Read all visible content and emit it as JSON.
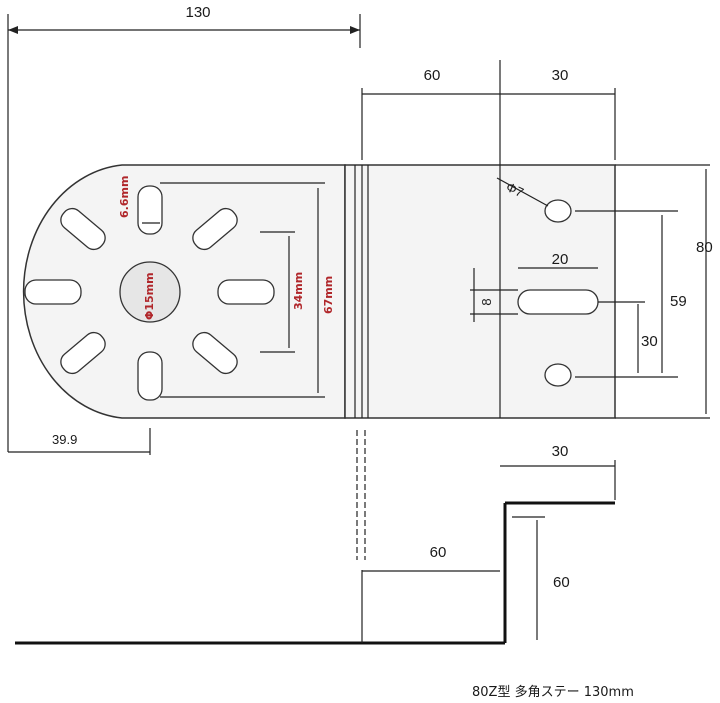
{
  "dimensions": {
    "total_width": "130",
    "flat_60_top": "60",
    "flange_30_top": "30",
    "plate_height": "80",
    "hole_spacing": "59",
    "slot_offset": "30",
    "slot_length": "20",
    "slot_width": "8",
    "hole_dia": "Φ7",
    "radius_offset": "39.9",
    "side_flange_30": "30",
    "side_flat_60": "60",
    "side_height_60": "60"
  },
  "labels": {
    "slot_width_left": "6.6mm",
    "center_hole": "Φ15mm",
    "inner_spacing": "34mm",
    "outer_spacing": "67mm"
  },
  "caption": "80Z型 多角ステー 130mm"
}
